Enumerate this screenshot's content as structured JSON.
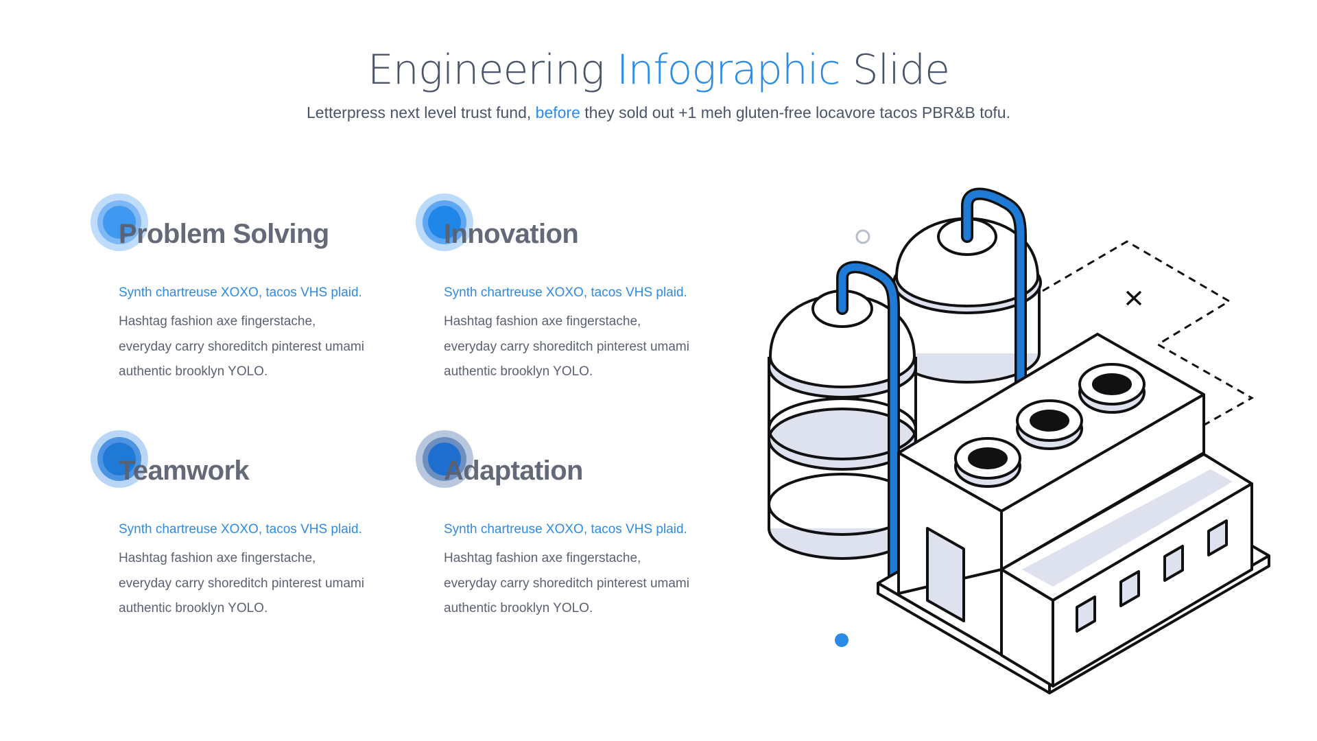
{
  "header": {
    "title_part1": "Engineering ",
    "title_accent": "Infographic",
    "title_part3": " Slide",
    "subtitle_part1": "Letterpress next level trust fund, ",
    "subtitle_accent": "before",
    "subtitle_part3": " they sold out +1 meh gluten-free locavore tacos PBR&B tofu."
  },
  "cards": [
    {
      "title": "Problem Solving",
      "lead": "Synth chartreuse XOXO, tacos VHS plaid.",
      "body": "Hashtag fashion axe fingerstache, everyday carry shoreditch pinterest umami authentic brooklyn YOLO."
    },
    {
      "title": "Innovation",
      "lead": "Synth chartreuse XOXO, tacos VHS plaid.",
      "body": "Hashtag fashion axe fingerstache, everyday carry shoreditch pinterest umami authentic brooklyn YOLO."
    },
    {
      "title": "Teamwork",
      "lead": "Synth chartreuse XOXO, tacos VHS plaid.",
      "body": "Hashtag fashion axe fingerstache, everyday carry shoreditch pinterest umami authentic brooklyn YOLO."
    },
    {
      "title": "Adaptation",
      "lead": "Synth chartreuse XOXO, tacos VHS plaid.",
      "body": "Hashtag fashion axe fingerstache, everyday carry shoreditch pinterest umami authentic brooklyn YOLO."
    }
  ],
  "colors": {
    "accent": "#2b8be6",
    "text": "#4a5468",
    "heading": "#5b6170",
    "pipe": "#1f7ad6",
    "shade": "#dde2ee"
  },
  "illustration": {
    "icon": "factory-with-tanks-icon"
  }
}
